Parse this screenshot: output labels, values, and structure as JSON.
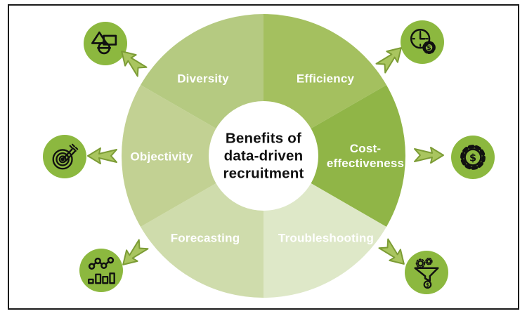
{
  "title": "Benefits of data-driven recruitment",
  "center": {
    "title_lines": [
      "Benefits of",
      "data-driven",
      "recruitment"
    ]
  },
  "wheel": {
    "segments": [
      {
        "id": "efficiency",
        "label": "Efficiency",
        "color": "#a4c05f",
        "icon": "clock-gear-icon"
      },
      {
        "id": "cost-effectiveness",
        "label": "Cost-effectiveness",
        "display_lines": [
          "Cost-",
          "effectiveness"
        ],
        "color": "#90b547",
        "icon": "dollar-gear-icon"
      },
      {
        "id": "troubleshooting",
        "label": "Troubleshooting",
        "color": "#dee8c8",
        "icon": "funnel-money-icon"
      },
      {
        "id": "forecasting",
        "label": "Forecasting",
        "color": "#cfdcac",
        "icon": "analytics-chart-icon"
      },
      {
        "id": "objectivity",
        "label": "Objectivity",
        "color": "#c2d193",
        "icon": "target-icon"
      },
      {
        "id": "diversity",
        "label": "Diversity",
        "color": "#b5ca81",
        "icon": "shapes-icon"
      }
    ]
  },
  "icons": {
    "dollar_symbol": "$"
  },
  "colors": {
    "background": "#ffffff",
    "border": "#1a1a1a",
    "icon_circle": "#8cb83f",
    "icon_stroke": "#111111",
    "arrow_fill": "#a9c55f",
    "arrow_stroke": "#7c9c35",
    "center_bg": "#ffffff",
    "center_text": "#111111",
    "label_text": "#ffffff"
  }
}
